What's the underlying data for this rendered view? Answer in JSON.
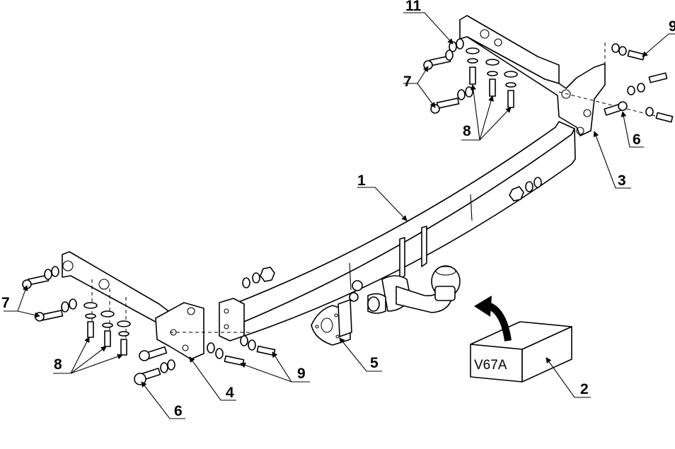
{
  "labels": {
    "main_bar": "1",
    "package_box": "2",
    "right_bracket": "3",
    "left_bracket": "4",
    "socket_plate": "5",
    "bolt_6_right": "6",
    "bolt_6_left": "6",
    "bolt_7_right": "7",
    "bolt_7_left": "7",
    "bolt_8_right": "8",
    "bolt_8_left": "8",
    "bolt_9_right": "9",
    "bolt_9_left": "9",
    "washer_11": "11"
  },
  "box_code": "V67A"
}
